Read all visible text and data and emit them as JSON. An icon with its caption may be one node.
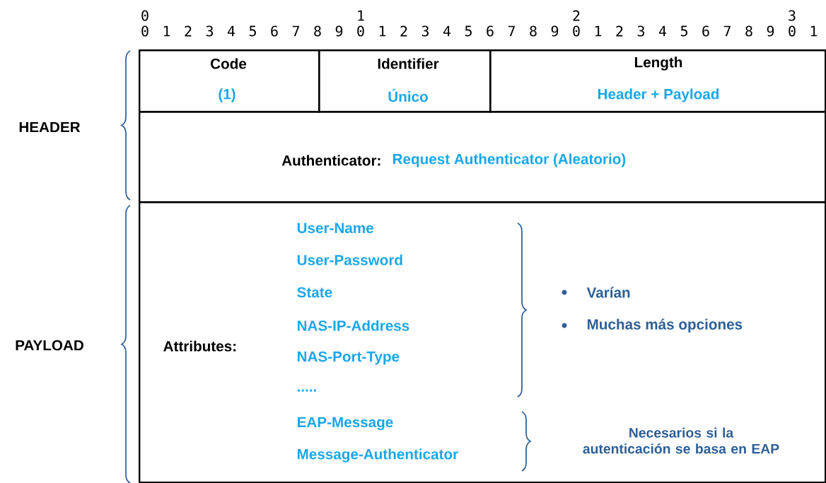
{
  "diagram": {
    "nodes": [
      {
        "text": [
          "Code",
          "(1)"
        ]
      },
      {
        "text": [
          "Identifier",
          "Único"
        ]
      },
      {
        "text": [
          "Length",
          "Header + Payload"
        ]
      },
      {
        "text": [
          "Authenticator:",
          "Request Authenticator  (Aleatorio)"
        ]
      },
      {
        "text": [
          "Attributes:",
          "User-Name",
          "User-Password",
          "State",
          "NAS-IP-Address",
          "NAS-Port-Type",
          ".....",
          "EAP-Message",
          "Message-Authenticator",
          "Varían",
          "Muchas más opciones",
          "Necesarios si la autenticación se basa en EAP"
        ]
      }
    ],
    "labels": [
      "0",
      "1",
      "2",
      "3",
      "0",
      "1",
      "2",
      "3",
      "4",
      "5",
      "6",
      "7",
      "8",
      "9",
      "0",
      "1",
      "2",
      "3",
      "4",
      "5",
      "6",
      "7",
      "8",
      "9",
      "0",
      "1",
      "2",
      "3",
      "4",
      "5",
      "6",
      "7",
      "8",
      "9",
      "0",
      "1",
      "HEADER",
      "PAYLOAD"
    ]
  }
}
